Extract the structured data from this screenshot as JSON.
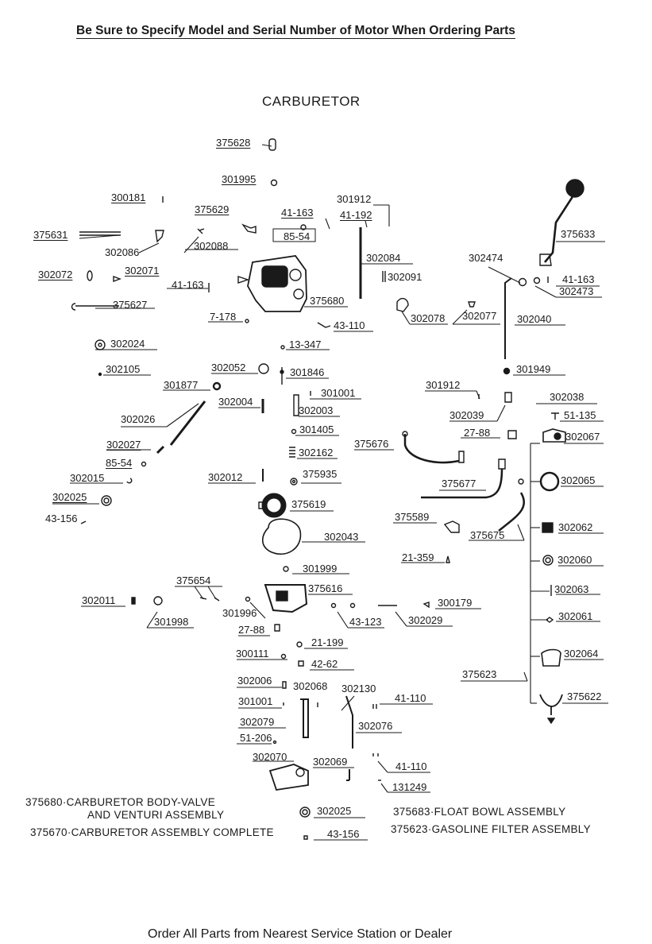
{
  "header": "Be Sure to Specify Model and Serial Number of Motor When Ordering Parts",
  "title": "CARBURETOR",
  "footer": "Order All Parts from Nearest Service Station or Dealer",
  "parts": [
    {
      "id": "p01",
      "text": "375628"
    },
    {
      "id": "p02",
      "text": "301995"
    },
    {
      "id": "p03",
      "text": "300181"
    },
    {
      "id": "p04",
      "text": "375629"
    },
    {
      "id": "p05",
      "text": "41-163"
    },
    {
      "id": "p06",
      "text": "301912"
    },
    {
      "id": "p07",
      "text": "41-192"
    },
    {
      "id": "p08",
      "text": "375631"
    },
    {
      "id": "p09",
      "text": "85-54"
    },
    {
      "id": "p10",
      "text": "302086"
    },
    {
      "id": "p11",
      "text": "302088"
    },
    {
      "id": "p12",
      "text": "302084"
    },
    {
      "id": "p13",
      "text": "375633"
    },
    {
      "id": "p14",
      "text": "302474"
    },
    {
      "id": "p15",
      "text": "302072"
    },
    {
      "id": "p16",
      "text": "302071"
    },
    {
      "id": "p17",
      "text": "41-163"
    },
    {
      "id": "p18",
      "text": "302091"
    },
    {
      "id": "p19",
      "text": "41-163"
    },
    {
      "id": "p20",
      "text": "302473"
    },
    {
      "id": "p21",
      "text": "375627"
    },
    {
      "id": "p22",
      "text": "375680"
    },
    {
      "id": "p23",
      "text": "7-178"
    },
    {
      "id": "p24",
      "text": "302078"
    },
    {
      "id": "p25",
      "text": "302077"
    },
    {
      "id": "p26",
      "text": "302040"
    },
    {
      "id": "p27",
      "text": "43-110"
    },
    {
      "id": "p28",
      "text": "302024"
    },
    {
      "id": "p29",
      "text": "13-347"
    },
    {
      "id": "p30",
      "text": "302105"
    },
    {
      "id": "p31",
      "text": "302052"
    },
    {
      "id": "p32",
      "text": "301846"
    },
    {
      "id": "p33",
      "text": "301949"
    },
    {
      "id": "p34",
      "text": "301877"
    },
    {
      "id": "p35",
      "text": "301912"
    },
    {
      "id": "p36",
      "text": "301001"
    },
    {
      "id": "p37",
      "text": "302004"
    },
    {
      "id": "p38",
      "text": "302038"
    },
    {
      "id": "p39",
      "text": "302003"
    },
    {
      "id": "p40",
      "text": "302039"
    },
    {
      "id": "p41",
      "text": "51-135"
    },
    {
      "id": "p42",
      "text": "302026"
    },
    {
      "id": "p43",
      "text": "301405"
    },
    {
      "id": "p44",
      "text": "27-88"
    },
    {
      "id": "p45",
      "text": "375676"
    },
    {
      "id": "p46",
      "text": "302067"
    },
    {
      "id": "p47",
      "text": "302027"
    },
    {
      "id": "p48",
      "text": "302162"
    },
    {
      "id": "p49",
      "text": "85-54"
    },
    {
      "id": "p50",
      "text": "302015"
    },
    {
      "id": "p51",
      "text": "302012"
    },
    {
      "id": "p52",
      "text": "375935"
    },
    {
      "id": "p53",
      "text": "375677"
    },
    {
      "id": "p54",
      "text": "302065"
    },
    {
      "id": "p55",
      "text": "302025"
    },
    {
      "id": "p56",
      "text": "375619"
    },
    {
      "id": "p57",
      "text": "375589"
    },
    {
      "id": "p58",
      "text": "43-156"
    },
    {
      "id": "p59",
      "text": "375675"
    },
    {
      "id": "p60",
      "text": "302062"
    },
    {
      "id": "p61",
      "text": "302043"
    },
    {
      "id": "p62",
      "text": "21-359"
    },
    {
      "id": "p63",
      "text": "302060"
    },
    {
      "id": "p64",
      "text": "301999"
    },
    {
      "id": "p65",
      "text": "375654"
    },
    {
      "id": "p66",
      "text": "375616"
    },
    {
      "id": "p67",
      "text": "302063"
    },
    {
      "id": "p68",
      "text": "302011"
    },
    {
      "id": "p69",
      "text": "300179"
    },
    {
      "id": "p70",
      "text": "301996"
    },
    {
      "id": "p71",
      "text": "301998"
    },
    {
      "id": "p72",
      "text": "43-123"
    },
    {
      "id": "p73",
      "text": "302029"
    },
    {
      "id": "p74",
      "text": "302061"
    },
    {
      "id": "p75",
      "text": "27-88"
    },
    {
      "id": "p76",
      "text": "21-199"
    },
    {
      "id": "p77",
      "text": "300111"
    },
    {
      "id": "p78",
      "text": "302064"
    },
    {
      "id": "p79",
      "text": "42-62"
    },
    {
      "id": "p80",
      "text": "375623"
    },
    {
      "id": "p81",
      "text": "302006"
    },
    {
      "id": "p82",
      "text": "302068"
    },
    {
      "id": "p83",
      "text": "302130"
    },
    {
      "id": "p84",
      "text": "375622"
    },
    {
      "id": "p85",
      "text": "301001"
    },
    {
      "id": "p86",
      "text": "41-110"
    },
    {
      "id": "p87",
      "text": "302079"
    },
    {
      "id": "p88",
      "text": "302076"
    },
    {
      "id": "p89",
      "text": "51-206"
    },
    {
      "id": "p90",
      "text": "302070"
    },
    {
      "id": "p91",
      "text": "302069"
    },
    {
      "id": "p92",
      "text": "41-110"
    },
    {
      "id": "p93",
      "text": "131249"
    },
    {
      "id": "p94",
      "text": "302025"
    },
    {
      "id": "p95",
      "text": "43-156"
    }
  ],
  "captions": [
    {
      "id": "c1",
      "text": "375680·CARBURETOR BODY-VALVE"
    },
    {
      "id": "c2",
      "text": "AND VENTURI ASSEMBLY"
    },
    {
      "id": "c3",
      "text": "375670·CARBURETOR ASSEMBLY COMPLETE"
    },
    {
      "id": "c4",
      "text": "375683·FLOAT BOWL ASSEMBLY"
    },
    {
      "id": "c5",
      "text": "375623·GASOLINE FILTER ASSEMBLY"
    }
  ]
}
